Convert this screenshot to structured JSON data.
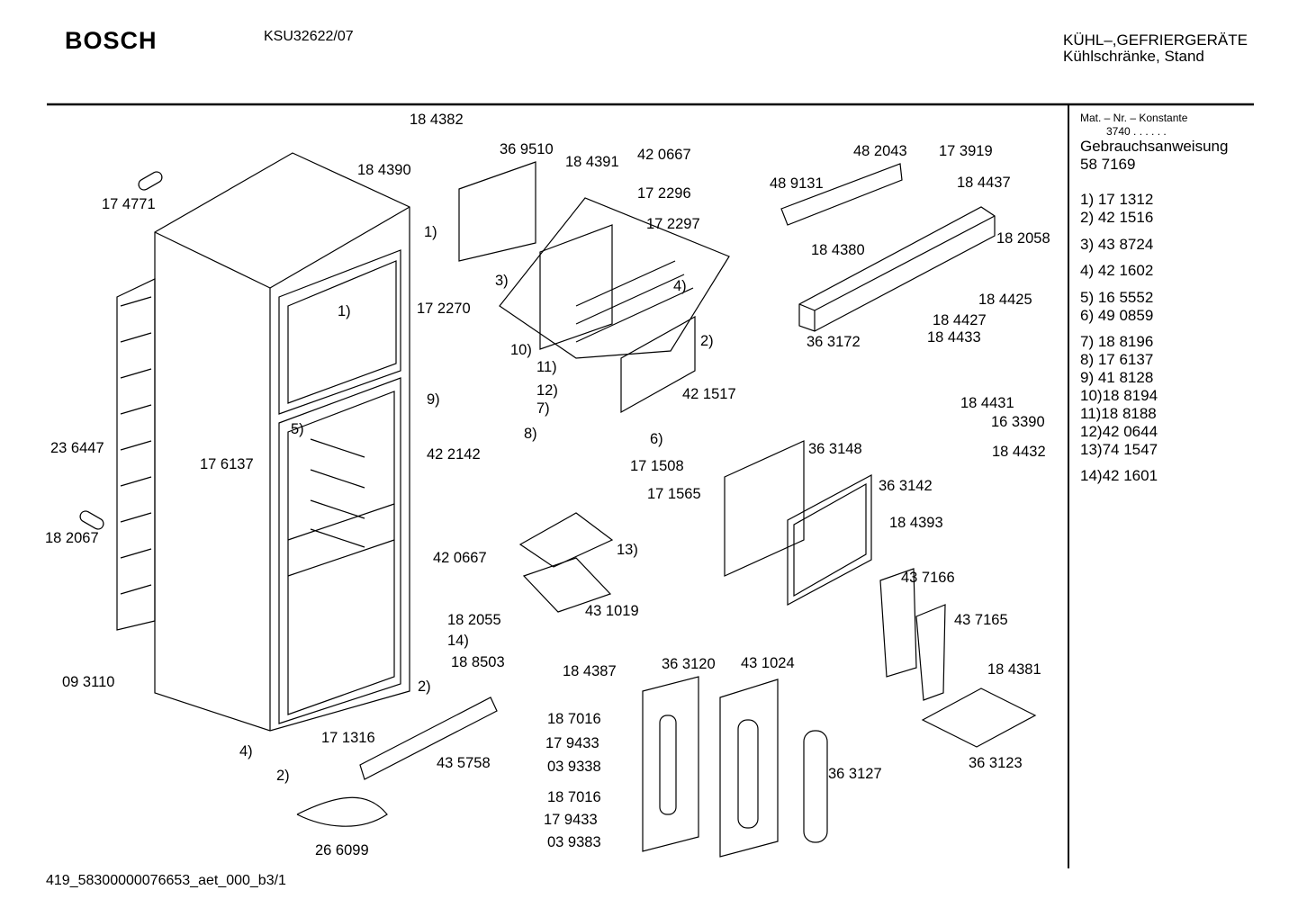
{
  "header": {
    "brand": "BOSCH",
    "model": "KSU32622/07",
    "category_line1": "KÜHL–,GEFRIERGERÄTE",
    "category_line2": "Kühlschränke, Stand"
  },
  "sidebar": {
    "mat_label": "Mat. – Nr. – Konstante",
    "mat_value": "3740 . . . . . .",
    "manual_label": "Gebrauchsanweisung",
    "manual_number": "58 7169",
    "legend": [
      "1) 17 1312",
      "2) 42 1516",
      "3) 43 8724",
      "4) 42 1602",
      "5) 16 5552",
      "6) 49 0859",
      "7) 18 8196",
      "8) 17 6137",
      "9) 41 8128",
      "10)18 8194",
      "11)18 8188",
      "12)42 0644",
      "13)74 1547",
      "14)42 1601"
    ]
  },
  "parts": {
    "p184382": "18 4382",
    "p369510": "36 9510",
    "p184390": "18 4390",
    "p184391": "18 4391",
    "p420667a": "42 0667",
    "p172296": "17 2296",
    "p172297": "17 2297",
    "p174771": "17 4771",
    "c1a": "1)",
    "c1b": "1)",
    "p172270": "17 2270",
    "c3": "3)",
    "c4": "4)",
    "c2a": "2)",
    "c10": "10)",
    "c11": "11)",
    "c12": "12)",
    "c7": "7)",
    "c8": "8)",
    "c9": "9)",
    "p421517": "42 1517",
    "p422142": "42 2142",
    "c6": "6)",
    "p171508": "17 1508",
    "p171565": "17 1565",
    "p236447": "23 6447",
    "c5": "5)",
    "p176137": "17 6137",
    "p182067": "18 2067",
    "p482043": "48 2043",
    "p173919": "17 3919",
    "p489131": "48 9131",
    "p184437": "18 4437",
    "p184380": "18 4380",
    "p182058": "18 2058",
    "p184425": "18 4425",
    "p184427": "18 4427",
    "p184433": "18 4433",
    "p363172": "36 3172",
    "p184431": "18 4431",
    "p163390": "16 3390",
    "p184432": "18 4432",
    "p363148": "36 3148",
    "p363142": "36 3142",
    "p184393": "18 4393",
    "c13": "13)",
    "p420667b": "42 0667",
    "p431019": "43 1019",
    "p437166": "43 7166",
    "p437165": "43 7165",
    "p182055": "18 2055",
    "c14": "14)",
    "p188503": "18 8503",
    "p093110": "09 3110",
    "c2b": "2)",
    "p184387": "18 4387",
    "p363120": "36 3120",
    "p431024": "43 1024",
    "p184381": "18 4381",
    "p187016a": "18 7016",
    "p179433a": "17 9433",
    "p039338": "03 9338",
    "p171316": "17 1316",
    "c4b": "4)",
    "c2c": "2)",
    "p435758": "43 5758",
    "p363127": "36 3127",
    "p363123": "36 3123",
    "p187016b": "18 7016",
    "p179433b": "17 9433",
    "p039383": "03 9383",
    "p266099": "26 6099"
  },
  "footer": {
    "doc_id": "419_58300000076653_aet_000_b",
    "page": "3/1"
  }
}
